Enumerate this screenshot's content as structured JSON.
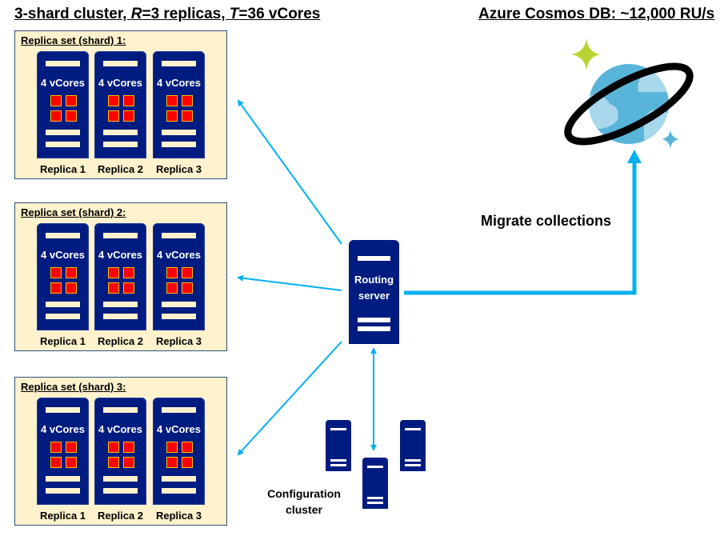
{
  "header": {
    "left_title_parts": [
      "3-shard cluster, ",
      "R",
      "=3 replicas, ",
      "T",
      "=36 vCores"
    ],
    "right_title": "Azure Cosmos DB: ~12,000 RU/s"
  },
  "shards": [
    {
      "label": "Replica set (shard) 1:",
      "replicas": [
        {
          "label": "Replica 1",
          "vcores": "4 vCores"
        },
        {
          "label": "Replica 2",
          "vcores": "4 vCores"
        },
        {
          "label": "Replica 3",
          "vcores": "4 vCores"
        }
      ]
    },
    {
      "label": "Replica set (shard) 2:",
      "replicas": [
        {
          "label": "Replica 1",
          "vcores": "4 vCores"
        },
        {
          "label": "Replica 2",
          "vcores": "4 vCores"
        },
        {
          "label": "Replica 3",
          "vcores": "4 vCores"
        }
      ]
    },
    {
      "label": "Replica set (shard) 3:",
      "replicas": [
        {
          "label": "Replica 1",
          "vcores": "4 vCores"
        },
        {
          "label": "Replica 2",
          "vcores": "4 vCores"
        },
        {
          "label": "Replica 3",
          "vcores": "4 vCores"
        }
      ]
    }
  ],
  "router": {
    "label_line1": "Routing",
    "label_line2": "server"
  },
  "config_cluster": {
    "label_line1": "Configuration",
    "label_line2": "cluster",
    "server_count": 3
  },
  "migration": {
    "label": "Migrate collections"
  },
  "icons": {
    "cosmos": "azure-cosmos-db-planet-icon"
  },
  "colors": {
    "server": "#001c80",
    "shard_bg": "#fff2cc",
    "core": "#ff0000",
    "core_border": "#ffc000",
    "arrow": "#00b0f0",
    "planet": "#59b4d9",
    "planet_cloud": "#a9d8ec",
    "sparkle_green": "#b8d432",
    "sparkle_blue": "#59b4d9"
  }
}
